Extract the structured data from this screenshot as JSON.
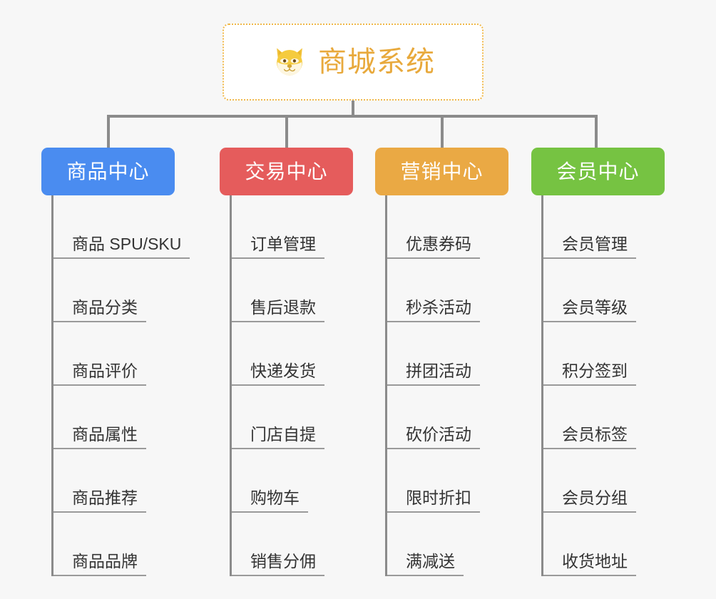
{
  "page": {
    "background_color": "#f7f7f7",
    "line_color": "#8b8b8b",
    "leaf_text_color": "#333333",
    "leaf_rule_color": "#9a9a9a"
  },
  "root": {
    "title": "商城系统",
    "icon": "shiba-dog-face-icon",
    "text_color": "#e8a93c",
    "border_color": "#f0b84a",
    "background_color": "#ffffff"
  },
  "columns": [
    {
      "id": "product-center",
      "label": "商品中心",
      "color": "#4a8cf0",
      "items": [
        "商品 SPU/SKU",
        "商品分类",
        "商品评价",
        "商品属性",
        "商品推荐",
        "商品品牌"
      ]
    },
    {
      "id": "trade-center",
      "label": "交易中心",
      "color": "#e55c5c",
      "items": [
        "订单管理",
        "售后退款",
        "快递发货",
        "门店自提",
        "购物车",
        "销售分佣"
      ]
    },
    {
      "id": "marketing-center",
      "label": "营销中心",
      "color": "#eaa944",
      "items": [
        "优惠券码",
        "秒杀活动",
        "拼团活动",
        "砍价活动",
        "限时折扣",
        "满减送"
      ]
    },
    {
      "id": "member-center",
      "label": "会员中心",
      "color": "#76c342",
      "items": [
        "会员管理",
        "会员等级",
        "积分签到",
        "会员标签",
        "会员分组",
        "收货地址"
      ]
    }
  ]
}
